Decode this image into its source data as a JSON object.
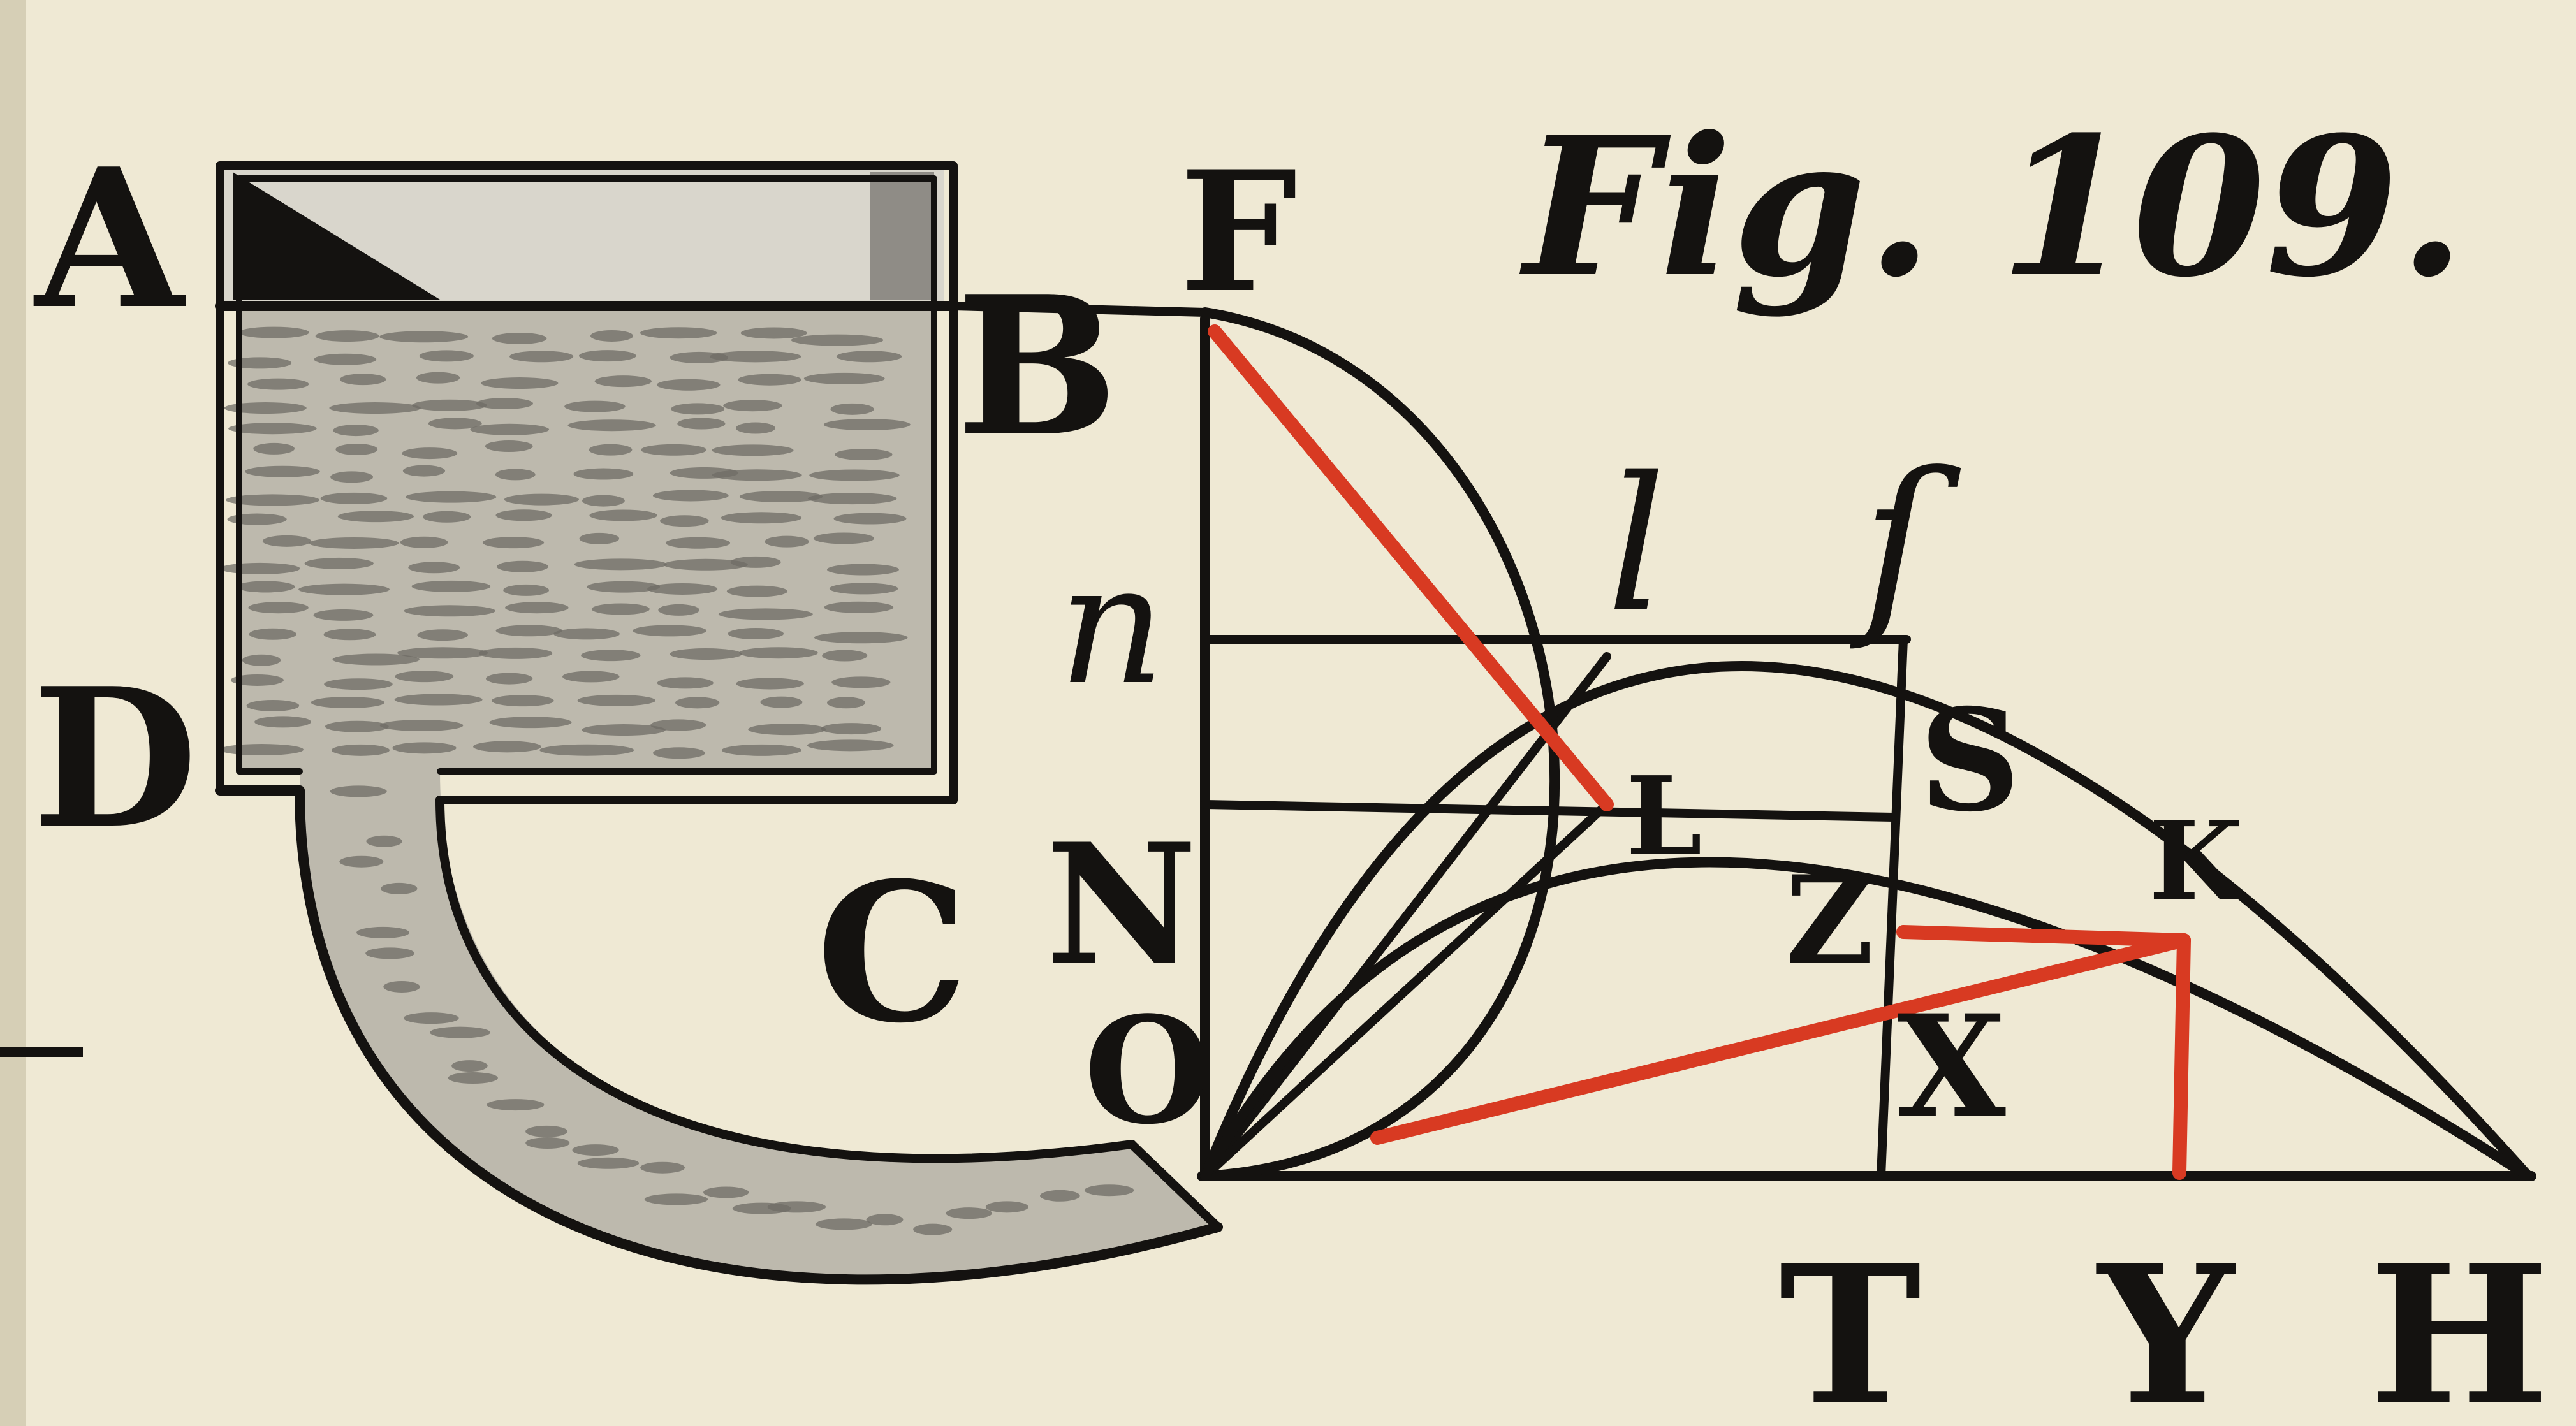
{
  "figure": {
    "title": "Fig. 109.",
    "labels": {
      "A": "A",
      "B": "B",
      "C": "C",
      "D": "D",
      "F": "F",
      "n": "n",
      "N": "N",
      "O": "O",
      "l": "l",
      "L": "L",
      "s_long": "ſ",
      "S": "S",
      "Z": "Z",
      "K": "K",
      "X": "X",
      "T": "T",
      "Y": "Y",
      "H": "H"
    }
  },
  "colors": {
    "ink": "#141210",
    "red_ink": "#d83a22",
    "paper": "#efe9d4",
    "water_wash": "#bdb9ad",
    "vessel_top": "#d9d6cc"
  }
}
